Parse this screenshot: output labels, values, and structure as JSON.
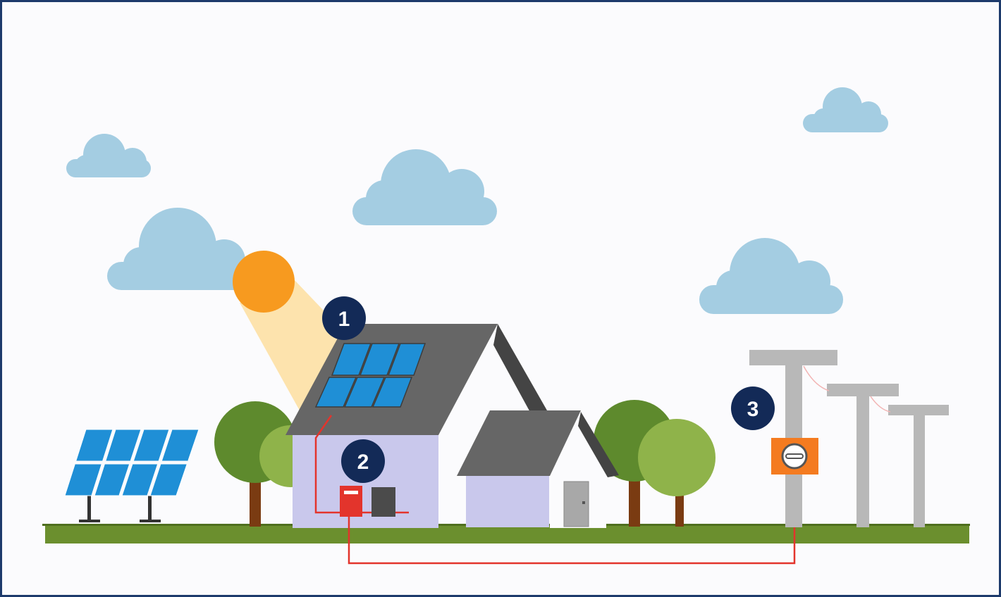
{
  "diagram": {
    "colors": {
      "sky": "#fbfbfd",
      "cloud": "#a4cde2",
      "sun": "#f79a1f",
      "sun_beam": "#fde3ad",
      "ground": "#6b8f2e",
      "roof": "#666666",
      "wall": "#c9c8ec",
      "panel": "#1f8fd6",
      "panel_frame": "#5a5a5a",
      "tree_dark": "#5e8a2d",
      "tree_light": "#8fb34a",
      "trunk": "#7a3b12",
      "wire": "#e3342c",
      "pole": "#b8b8b8",
      "meter": "#f47b20",
      "badge": "#132a57",
      "badge_text": "#ffffff"
    },
    "badges": [
      {
        "label": "1"
      },
      {
        "label": "2"
      },
      {
        "label": "3"
      }
    ]
  }
}
